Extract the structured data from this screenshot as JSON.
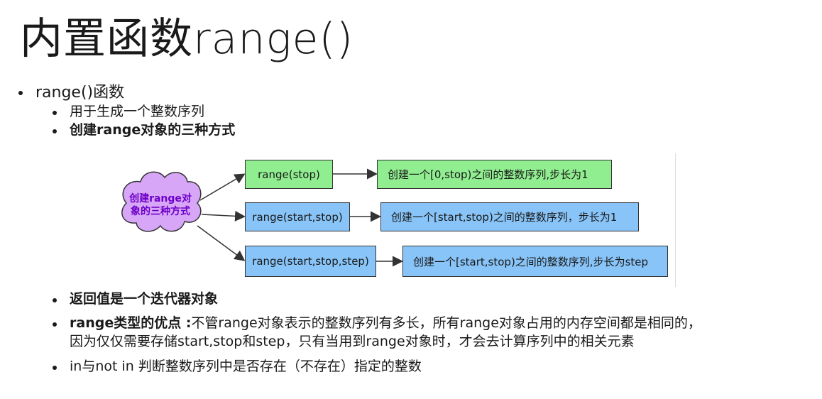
{
  "slide": {
    "title": "内置函数range()"
  },
  "bullets": {
    "main": "range()函数",
    "sub1": "用于生成一个整数序列",
    "sub2": "创建range对象的三种方式",
    "sub3": "返回值是一个迭代器对象",
    "sub4_bold": "range类型的优点 :",
    "sub4_line1": "不管range对象表示的整数序列有多长，所有range对象占用的内存空间都是相同的，",
    "sub4_line2": "因为仅仅需要存储start,stop和step，只有当用到range对象时，才会去计算序列中的相关元素",
    "sub5": "in与not in 判断整数序列中是否存在（不存在）指定的整数"
  },
  "diagram": {
    "cloud_line1": "创建range对",
    "cloud_line2": "象的三种方式",
    "forms": [
      {
        "call": "range(stop)",
        "result": "创建一个[0,stop)之间的整数序列,步长为1",
        "color": "#90ee90"
      },
      {
        "call": "range(start,stop)",
        "result": "创建一个[start,stop)之间的整数序列，步长为1",
        "color": "#88c4f8"
      },
      {
        "call": "range(start,stop,step)",
        "result": "创建一个[start,stop)之间的整数序列,步长为step",
        "color": "#88c4f8"
      }
    ],
    "cloud_color": "#d7a6f7",
    "cloud_text_color": "#6d00c8"
  }
}
